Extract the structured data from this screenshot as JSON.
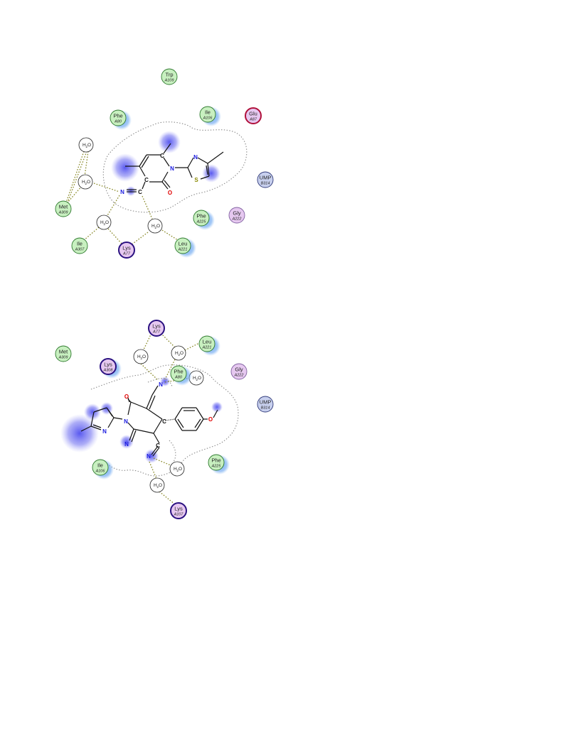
{
  "colors": {
    "hydrophobic_fill": "#c8f0c0",
    "hydrophobic_stroke": "#2f7a2f",
    "polar_fill": "#e6c8f0",
    "polar_stroke": "#8060a0",
    "basic_stroke": "#2a1080",
    "acidic_stroke": "#b0103a",
    "ligand_fill": "#c8d0ee",
    "ligand_stroke": "#303a7a",
    "exposure_blue": "#5599ee",
    "ligand_exposure": "#5555ee",
    "nitrogen": "#1a1ae0",
    "oxygen": "#e00000",
    "sulfur": "#8a8a00",
    "hbond": "#8a8a2a"
  },
  "water_label": {
    "h": "H",
    "sub": "2",
    "o": "O"
  },
  "panels": [
    {
      "id": "top",
      "residues": [
        {
          "key": "trp-a109",
          "name": "Trp",
          "num": "A109",
          "type": "hydrophobic"
        },
        {
          "key": "phe-a80",
          "name": "Phe",
          "num": "A80",
          "type": "hydrophobic",
          "exposed": true
        },
        {
          "key": "ile-a106",
          "name": "Ile",
          "num": "A106",
          "type": "hydrophobic",
          "exposed": true
        },
        {
          "key": "glu-a87",
          "name": "Glu",
          "num": "A87",
          "type": "acidic"
        },
        {
          "key": "ump-b314",
          "name": "UMP",
          "num": "B314",
          "type": "ligand"
        },
        {
          "key": "met-a309",
          "name": "Met",
          "num": "A309",
          "type": "hydrophobic"
        },
        {
          "key": "phe-a225",
          "name": "Phe",
          "num": "A225",
          "type": "hydrophobic",
          "exposed": true
        },
        {
          "key": "gly-a222",
          "name": "Gly",
          "num": "A222",
          "type": "polar"
        },
        {
          "key": "ile-a307",
          "name": "Ile",
          "num": "A307",
          "type": "hydrophobic"
        },
        {
          "key": "lys-a77",
          "name": "Lys",
          "num": "A77",
          "type": "basic"
        },
        {
          "key": "leu-a221",
          "name": "Leu",
          "num": "A221",
          "type": "hydrophobic",
          "exposed": true
        }
      ],
      "atoms": [
        {
          "key": "n-ring",
          "text": "N",
          "el": "nitrogen"
        },
        {
          "key": "o-carbonyl",
          "text": "O",
          "el": "oxygen"
        },
        {
          "key": "c-anion",
          "text": "C",
          "el": "carbon"
        },
        {
          "key": "c-top",
          "text": "C",
          "el": "carbon"
        },
        {
          "key": "n-thiazole",
          "text": "N",
          "el": "nitrogen"
        },
        {
          "key": "s-thiazole",
          "text": "S",
          "el": "sulfur"
        },
        {
          "key": "n-isocyano",
          "text": "N",
          "el": "nitrogen"
        },
        {
          "key": "c-isocyano",
          "text": "C",
          "el": "carbon"
        }
      ]
    },
    {
      "id": "bottom",
      "residues": [
        {
          "key": "lys-a77",
          "name": "Lys",
          "num": "A77",
          "type": "basic"
        },
        {
          "key": "leu-a221",
          "name": "Leu",
          "num": "A221",
          "type": "hydrophobic",
          "exposed": true
        },
        {
          "key": "met-a309",
          "name": "Met",
          "num": "A309",
          "type": "hydrophobic"
        },
        {
          "key": "lys-a308",
          "name": "Lys",
          "num": "A308",
          "type": "basic",
          "exposed": true
        },
        {
          "key": "phe-a80",
          "name": "Phe",
          "num": "A80",
          "type": "hydrophobic",
          "exposed": true
        },
        {
          "key": "gly-a222",
          "name": "Gly",
          "num": "A222",
          "type": "polar"
        },
        {
          "key": "ump-b314",
          "name": "UMP",
          "num": "B314",
          "type": "ligand"
        },
        {
          "key": "ile-a106",
          "name": "Ile",
          "num": "A106",
          "type": "hydrophobic",
          "exposed": true
        },
        {
          "key": "phe-a225",
          "name": "Phe",
          "num": "A225",
          "type": "hydrophobic",
          "exposed": true
        },
        {
          "key": "lys-a107",
          "name": "Lys",
          "num": "A107",
          "type": "basic"
        }
      ],
      "atoms": [
        {
          "key": "o-carbonyl",
          "text": "O",
          "el": "oxygen"
        },
        {
          "key": "n-ring",
          "text": "N",
          "el": "nitrogen"
        },
        {
          "key": "n-pyrrole",
          "text": "N",
          "el": "nitrogen"
        },
        {
          "key": "n-imine",
          "text": "N",
          "el": "nitrogen"
        },
        {
          "key": "n-top",
          "text": "N",
          "el": "nitrogen"
        },
        {
          "key": "c-quat",
          "text": "C",
          "el": "carbon"
        },
        {
          "key": "c-lower",
          "text": "C",
          "el": "carbon"
        },
        {
          "key": "n-lower",
          "text": "N",
          "el": "nitrogen"
        },
        {
          "key": "o-methoxy",
          "text": "O",
          "el": "oxygen"
        }
      ]
    }
  ]
}
